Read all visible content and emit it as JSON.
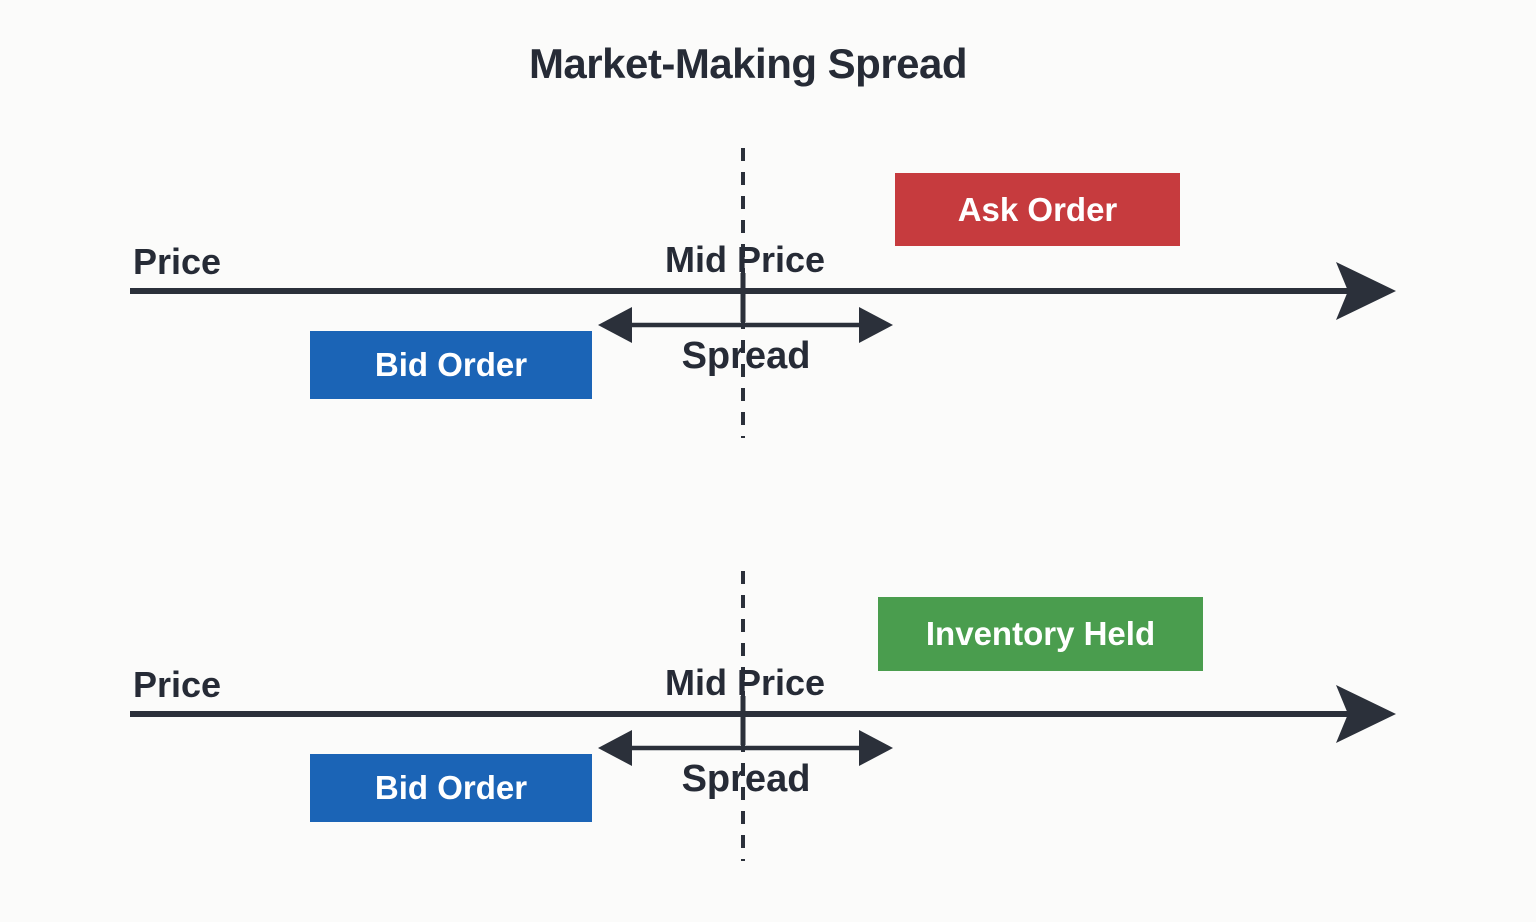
{
  "title": "Market-Making Spread",
  "colors": {
    "background": "#fbfbfa",
    "axis": "#2b303a",
    "text": "#262b36",
    "bid": "#1b64b6",
    "ask": "#c63b3e",
    "inventory": "#4a9d4e",
    "box_text": "#ffffff"
  },
  "panels": [
    {
      "price_label": "Price",
      "mid_price_label": "Mid Price",
      "spread_label": "Spread",
      "bid_label": "Bid Order",
      "right_box_label": "Ask Order"
    },
    {
      "price_label": "Price",
      "mid_price_label": "Mid Price",
      "spread_label": "Spread",
      "bid_label": "Bid Order",
      "right_box_label": "Inventory Held"
    }
  ]
}
